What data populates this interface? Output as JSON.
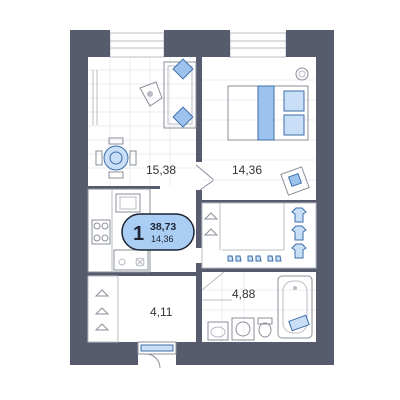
{
  "apartment": {
    "rooms_count": "1",
    "total_area": "38,73",
    "living_area": "14,36"
  },
  "rooms": {
    "kitchen_living": {
      "area": "15,38"
    },
    "bedroom": {
      "area": "14,36"
    },
    "hallway": {
      "area": "4,11"
    },
    "bathroom": {
      "area": "4,88"
    }
  },
  "colors": {
    "wall": "#565b6e",
    "badge_fill": "#a9cdf3",
    "badge_stroke": "#1e2433",
    "accent_blue": "#9cc3ee",
    "fixture_line": "#b9bcc4"
  }
}
